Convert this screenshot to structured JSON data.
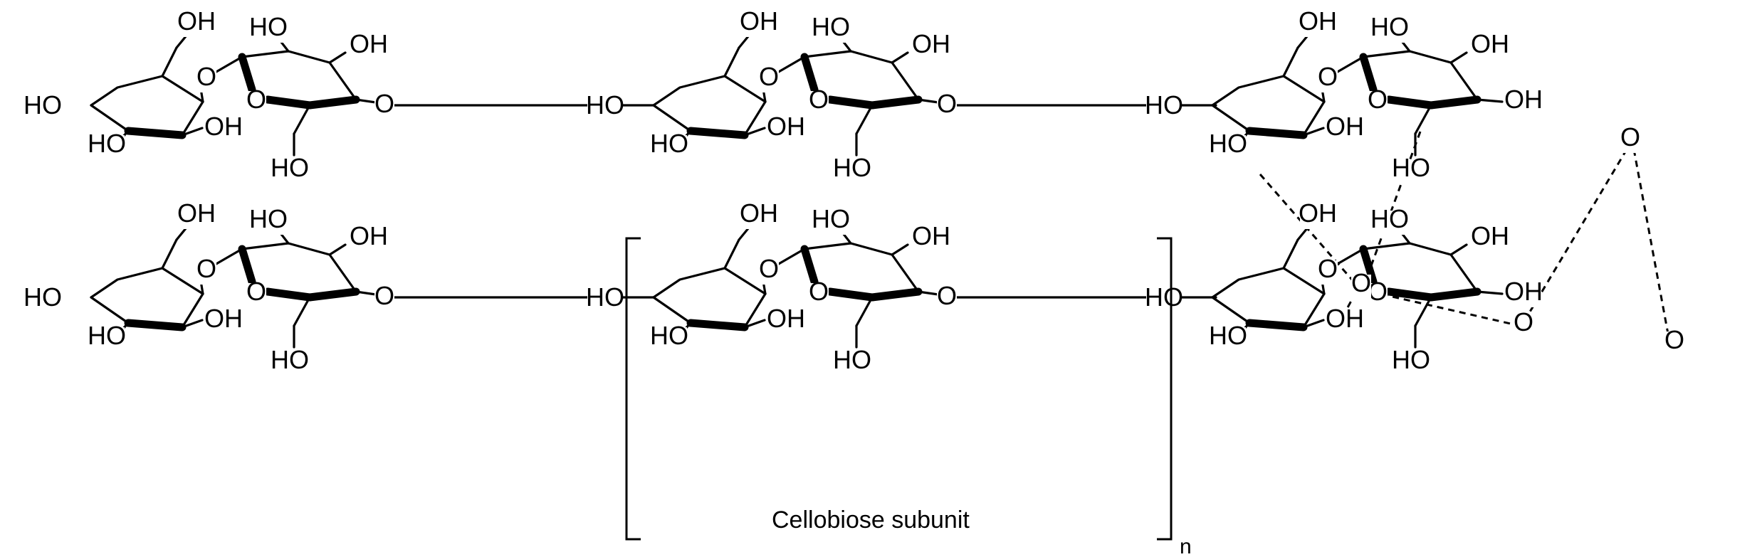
{
  "labels": {
    "oh": "OH",
    "ho": "HO",
    "o": "O",
    "repeat_subscript": "n",
    "caption": "Cellobiose subunit"
  },
  "structure": {
    "chains": 2,
    "rings_per_chain": 6,
    "hydrogen_bonds": "dashed",
    "repeat_unit_bracketed": true
  },
  "colors": {
    "ink": "#000000",
    "background": "#ffffff"
  }
}
